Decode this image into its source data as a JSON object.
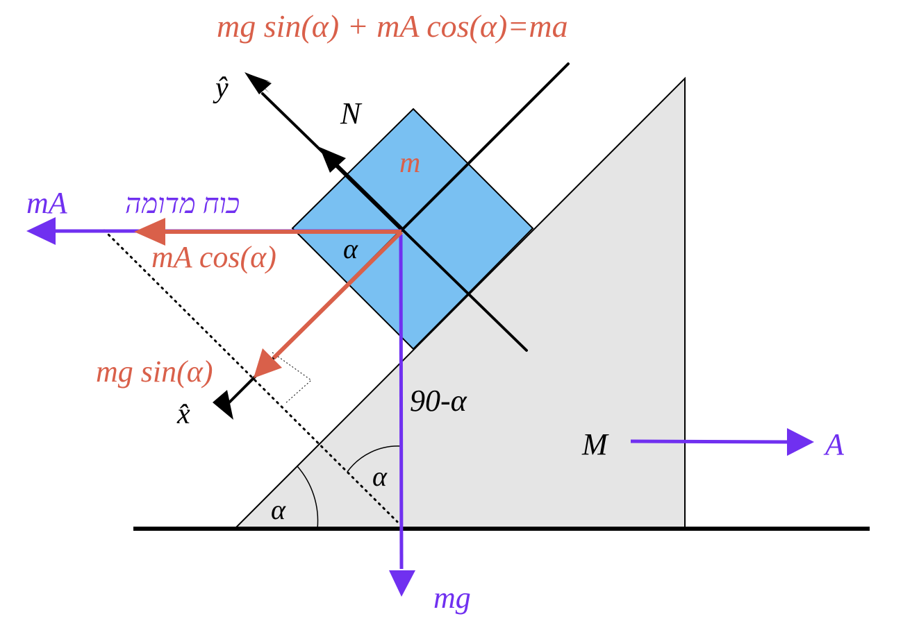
{
  "colors": {
    "purple": "#7030f0",
    "red": "#d9604a",
    "block_fill": "#79c0f2",
    "wedge_fill": "#e5e5e5",
    "black": "#000000"
  },
  "labels": {
    "equation": "mg sin(α) + mA cos(α)=ma",
    "y_axis": "ŷ",
    "x_axis": "x̂",
    "normal_force": "N",
    "block_mass": "m",
    "pseudo_force_left": "mA",
    "pseudo_force_hebrew": "כוח מדומה",
    "pseudo_component": "mA cos(α)",
    "block_angle": "α",
    "gravity_component": "mg sin(α)",
    "angle_complement": "90-α",
    "wedge_mass": "M",
    "wedge_accel": "A",
    "inner_angle": "α",
    "base_angle": "α",
    "gravity": "mg"
  }
}
